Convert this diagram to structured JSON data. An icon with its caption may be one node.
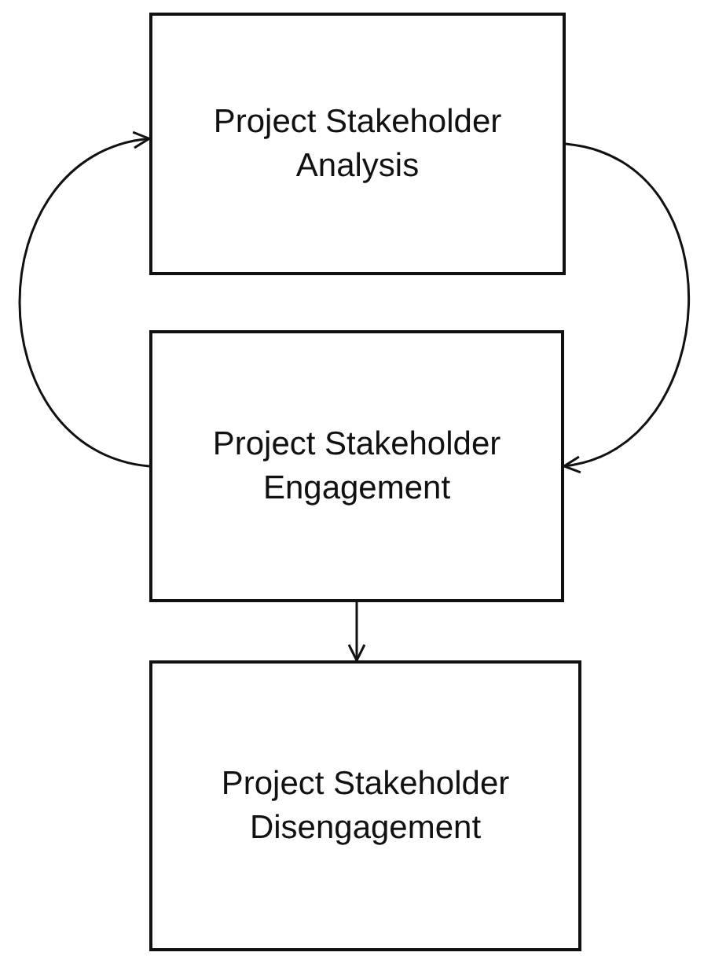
{
  "diagram": {
    "nodes": [
      {
        "text": [
          "Project Stakeholder Analysis"
        ]
      },
      {
        "text": [
          "Project Stakeholder Engagement"
        ]
      },
      {
        "text": [
          "Project Stakeholder Disengagement"
        ]
      }
    ],
    "edges": [
      {
        "from": 1,
        "to": 0,
        "arrow": "to"
      },
      {
        "from": 0,
        "to": 1,
        "arrow": "to"
      },
      {
        "from": 1,
        "to": 2,
        "arrow": "to"
      }
    ]
  }
}
